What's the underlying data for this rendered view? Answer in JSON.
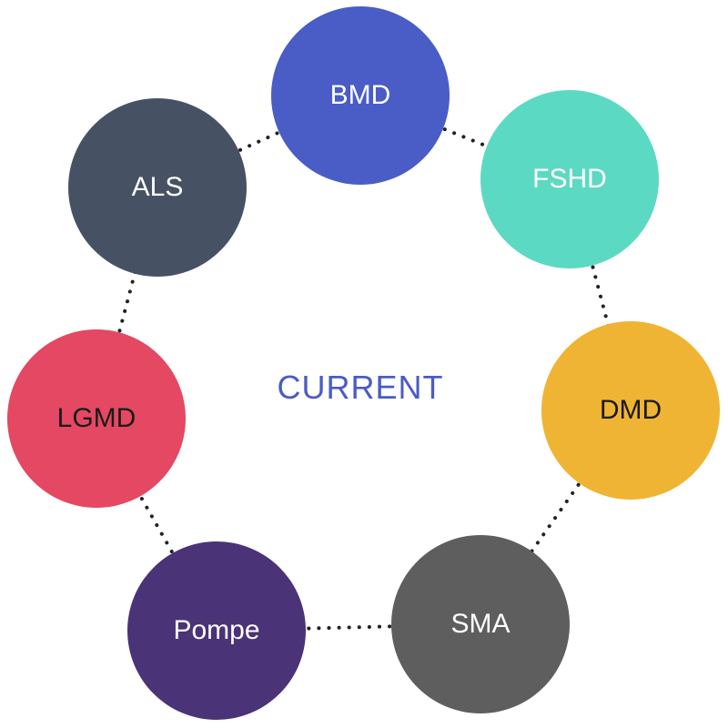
{
  "center_label": "CURRENT",
  "center_color": "#4a5cc4",
  "connector_color": "#222222",
  "nodes": [
    {
      "label": "BMD",
      "color": "#4a5cc5",
      "text_color": "#ffffff"
    },
    {
      "label": "FSHD",
      "color": "#5cd9c3",
      "text_color": "#ffffff"
    },
    {
      "label": "DMD",
      "color": "#f0b434",
      "text_color": "#1a1a1a"
    },
    {
      "label": "SMA",
      "color": "#5e5e5e",
      "text_color": "#ffffff"
    },
    {
      "label": "Pompe",
      "color": "#4a3377",
      "text_color": "#ffffff"
    },
    {
      "label": "LGMD",
      "color": "#e44862",
      "text_color": "#1a1a1a"
    },
    {
      "label": "ALS",
      "color": "#465264",
      "text_color": "#ffffff"
    }
  ]
}
